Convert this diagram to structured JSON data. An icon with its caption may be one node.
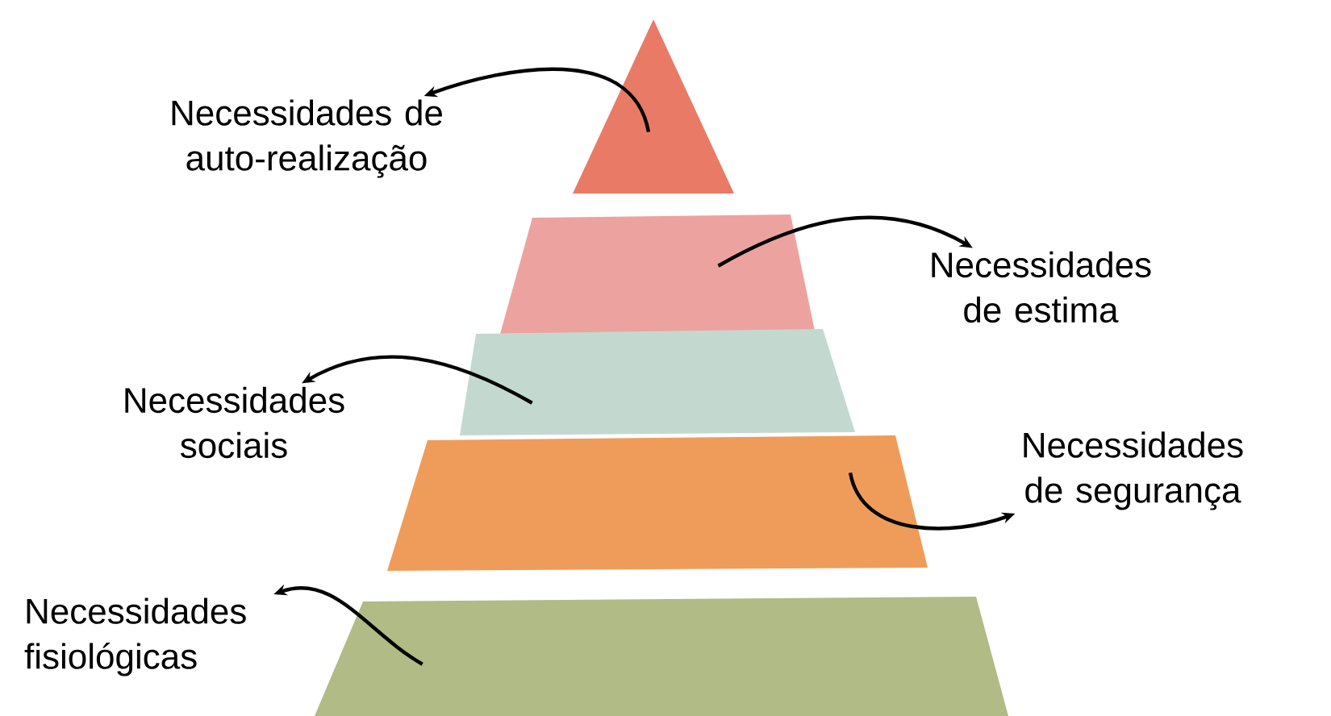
{
  "diagram": {
    "nodes": [
      {
        "text": [],
        "shape": "triangle"
      },
      {
        "text": [],
        "shape": "trapezoid"
      },
      {
        "text": [],
        "shape": "trapezoid"
      },
      {
        "text": [],
        "shape": "trapezoid"
      },
      {
        "text": [],
        "shape": "trapezoid"
      },
      {
        "text": [
          "Necessidades de auto-realização"
        ]
      },
      {
        "text": [
          "Necessidades de estima"
        ]
      },
      {
        "text": [
          "Necessidades sociais"
        ]
      },
      {
        "text": [
          "Necessidades de segurança"
        ]
      },
      {
        "text": [
          "Necessidades fisiológicas"
        ]
      }
    ],
    "edges": [
      {
        "from": 0,
        "to": 5,
        "arrow": "to"
      },
      {
        "from": 1,
        "to": 6,
        "arrow": "to"
      },
      {
        "from": 2,
        "to": 7,
        "arrow": "to"
      },
      {
        "from": 3,
        "to": 8,
        "arrow": "to"
      },
      {
        "from": 4,
        "to": 9,
        "arrow": "to"
      }
    ]
  }
}
